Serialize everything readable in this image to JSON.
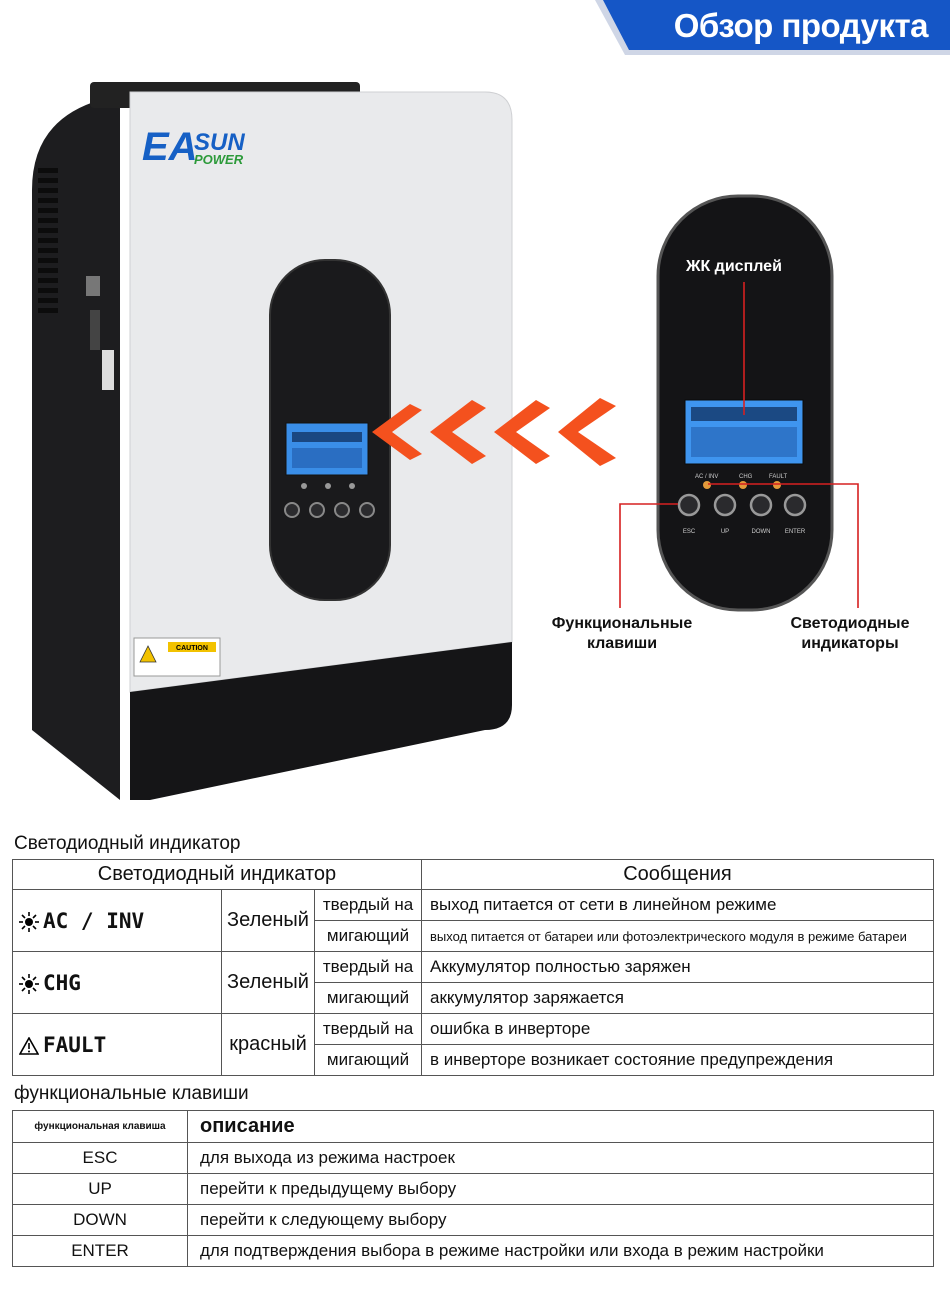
{
  "banner": {
    "title": "Обзор продукта",
    "color": "#1556c6"
  },
  "brand": {
    "line1_a": "EA",
    "line1_b": "SUN",
    "line2": "POWER"
  },
  "device": {
    "caution_label": "CAUTION",
    "led_labels": [
      "AC / INV",
      "CHG",
      "FAULT"
    ],
    "key_labels": [
      "ESC",
      "UP",
      "DOWN",
      "ENTER"
    ]
  },
  "callouts": {
    "lcd": "ЖК дисплей",
    "function_keys": [
      "Функциональные",
      "клавиши"
    ],
    "led_indicators": [
      "Светодиодные",
      "индикаторы"
    ]
  },
  "led_section": {
    "title": "Светодиодный индикатор",
    "headers": {
      "indicator": "Светодиодный индикатор",
      "messages": "Сообщения"
    },
    "rows": [
      {
        "indicator": "AC / INV",
        "color": "Зеленый",
        "states": [
          {
            "state": "твердый на",
            "message": "выход питается от сети в линейном режиме"
          },
          {
            "state": "мигающий",
            "message": "выход питается от батареи или фотоэлектрического модуля в режиме батареи"
          }
        ]
      },
      {
        "indicator": "CHG",
        "color": "Зеленый",
        "states": [
          {
            "state": "твердый на",
            "message": "Аккумулятор полностью заряжен"
          },
          {
            "state": "мигающий",
            "message": "аккумулятор заряжается"
          }
        ]
      },
      {
        "indicator": "FAULT",
        "color": "красный",
        "states": [
          {
            "state": "твердый на",
            "message": "ошибка в инверторе"
          },
          {
            "state": "мигающий",
            "message": "в инверторе возникает состояние предупреждения"
          }
        ]
      }
    ]
  },
  "fk_section": {
    "title": "функциональные клавиши",
    "headers": {
      "key": "функциональная клавиша",
      "description": "описание"
    },
    "rows": [
      {
        "key": "ESC",
        "description": "для выхода из режима настроек"
      },
      {
        "key": "UP",
        "description": "перейти к предыдущему выбору"
      },
      {
        "key": "DOWN",
        "description": "перейти к следующему выбору"
      },
      {
        "key": "ENTER",
        "description": "для подтверждения выбора в режиме настройки или входа в режим настройки"
      }
    ]
  }
}
